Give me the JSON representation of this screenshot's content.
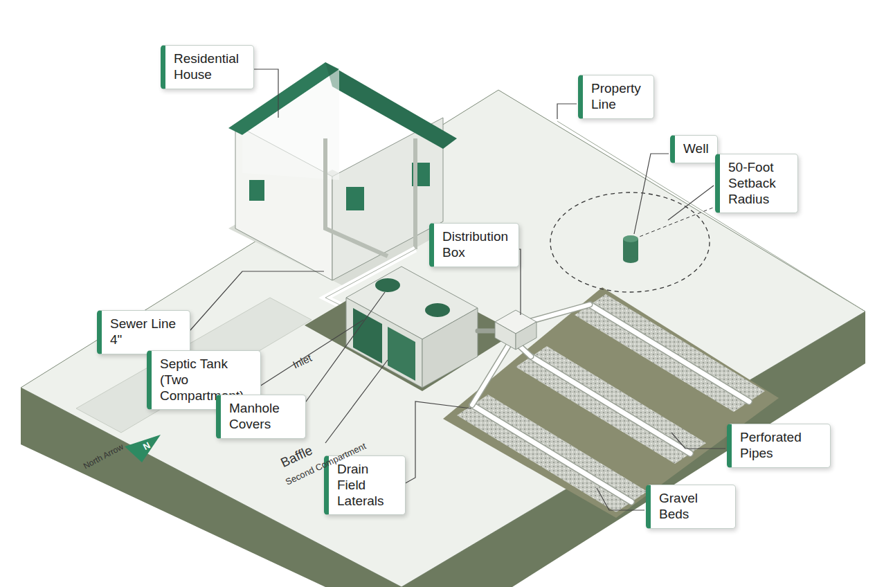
{
  "diagram": {
    "nodes": [
      {
        "text": [
          "Residential House"
        ]
      },
      {
        "text": [
          "Property Line"
        ]
      },
      {
        "text": [
          "Well"
        ]
      },
      {
        "text": [
          "50-Foot Setback Radius"
        ]
      },
      {
        "text": [
          "Distribution Box"
        ]
      },
      {
        "text": [
          "Sewer Line 4\""
        ]
      },
      {
        "text": [
          "Septic Tank (Two Compartment)"
        ]
      },
      {
        "text": [
          "Manhole Covers"
        ]
      },
      {
        "text": [
          "Drain Field Laterals"
        ]
      },
      {
        "text": [
          "Perforated Pipes"
        ]
      },
      {
        "text": [
          "Gravel Beds"
        ]
      }
    ],
    "labels": [
      "North Arrow",
      "N",
      "Inlet",
      "Baffle",
      "Second Compartment"
    ]
  }
}
